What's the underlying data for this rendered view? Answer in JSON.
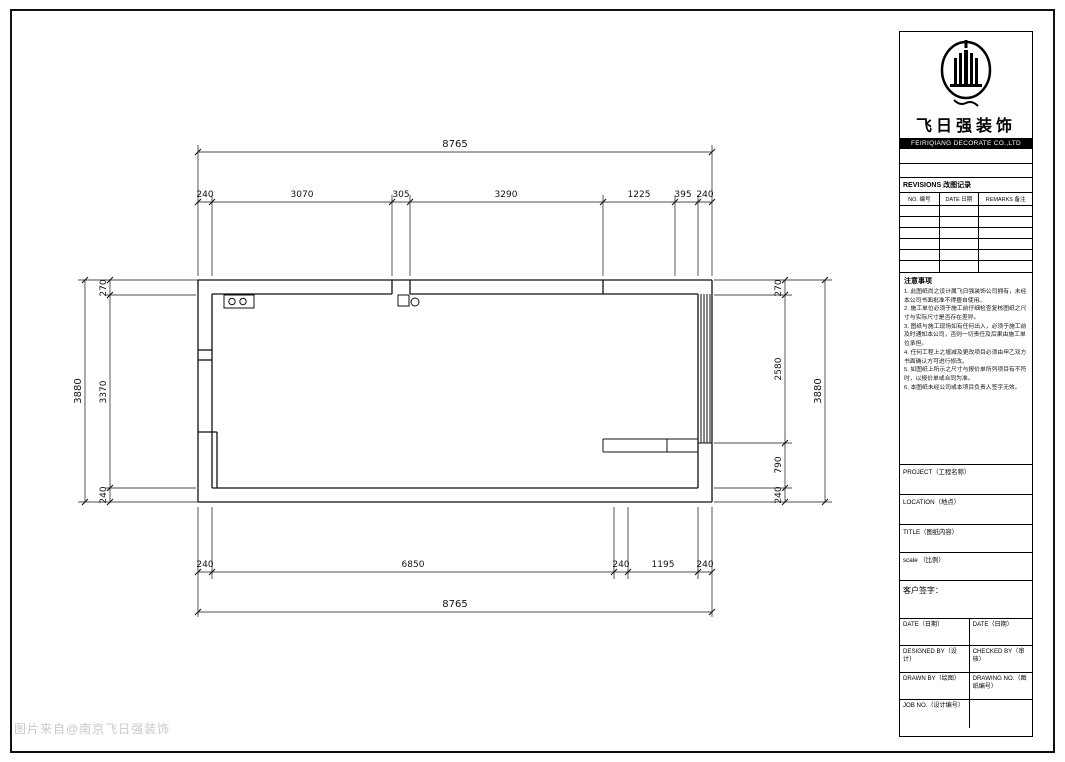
{
  "watermark": "图片来自@南京飞日强装饰",
  "plan": {
    "top_total": "8765",
    "top_dims": [
      "240",
      "3070",
      "305",
      "3290",
      "1225",
      "395",
      "240"
    ],
    "left_total": "3880",
    "left_dims": [
      "270",
      "3370",
      "240"
    ],
    "right_dims": [
      "270",
      "2580",
      "790",
      "240"
    ],
    "right_total": "3880",
    "bottom_dims": [
      "240",
      "6850",
      "240",
      "1195",
      "240"
    ],
    "bottom_total": "8765"
  },
  "titleblock": {
    "company_cn": "飞日强装饰",
    "company_en": "FEIRIQIANG DECORATE CO.,LTD",
    "revisions": {
      "header": "REVISIONS 改图记录",
      "columns": [
        "NO. 编号",
        "DATE 日期",
        "REMARKS 备注"
      ]
    },
    "notes": {
      "title": "注意事项",
      "items": [
        "1. 此图纸尚之设计属飞日强装饰公司拥有，未经本公司书面批准不得擅自使用。",
        "2. 施工单位必须于施工前仔细检查复核图纸之尺寸与实际尺寸是否存在差异。",
        "3. 图纸与施工现场如有任何出入，必须于施工前及时通知本公司，否则一切责任及后果由施工单位承担。",
        "4. 任何工程上之增减及更改项目必须由甲乙双方书面确认方可进行修改。",
        "5. 如图纸上所示之尺寸与报价单所列项目有不符时，以报价单或合同为准。",
        "6. 本图纸未经公司或本项目负责人签字无效。"
      ]
    },
    "fields": {
      "project": "PROJECT（工程名称）",
      "location": "LOCATION（地点）",
      "title": "TITLE（图纸内容）",
      "scale": "scale （比例）",
      "signature": "客户签字：",
      "date_left": "DATE（日期）",
      "date_right": "DATE（日期）",
      "designed_by": "DESIGNED BY（设计）",
      "checked_by": "CHECKED BY（审核）",
      "drawn_by": "DRAWN BY（绘图）",
      "drawing_no": "DRAWING NO.（图纸编号）",
      "job_no": "JOB NO.（设计编号）"
    }
  }
}
